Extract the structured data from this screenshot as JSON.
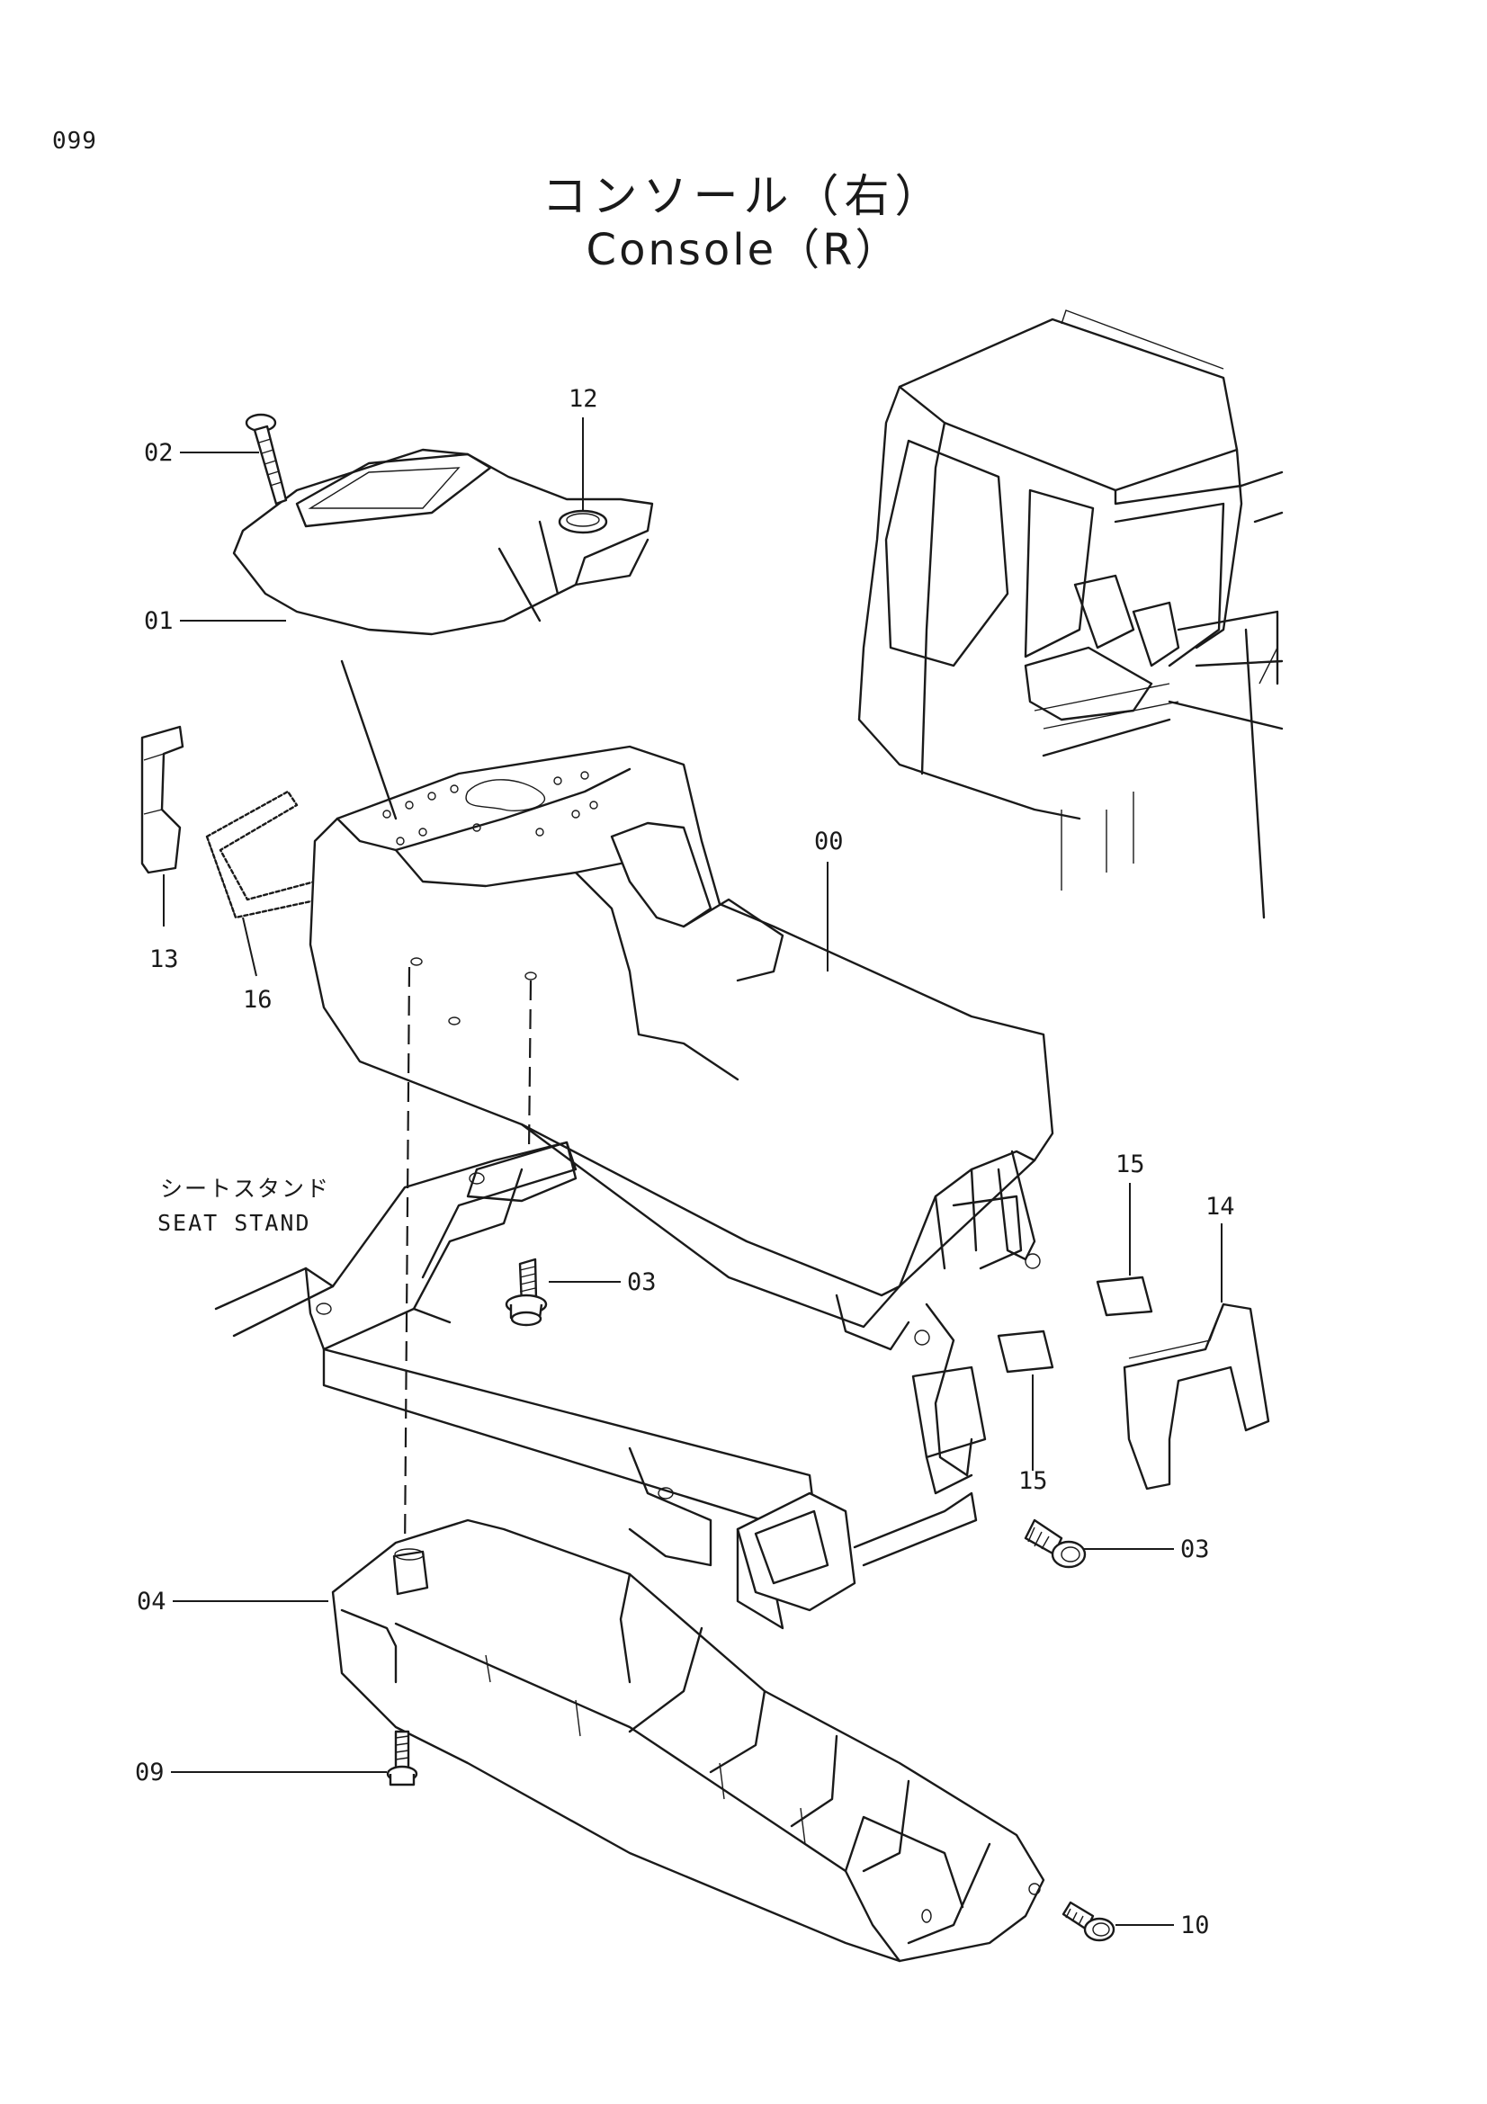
{
  "page": {
    "number": "099"
  },
  "title": {
    "japanese": "コンソール（右）",
    "english": "Console（R）"
  },
  "labels": {
    "seat_stand_jp": "シートスタンド",
    "seat_stand_en": "SEAT STAND"
  },
  "callouts": [
    "00",
    "01",
    "02",
    "03",
    "03",
    "04",
    "09",
    "10",
    "12",
    "13",
    "14",
    "15",
    "15",
    "16"
  ]
}
